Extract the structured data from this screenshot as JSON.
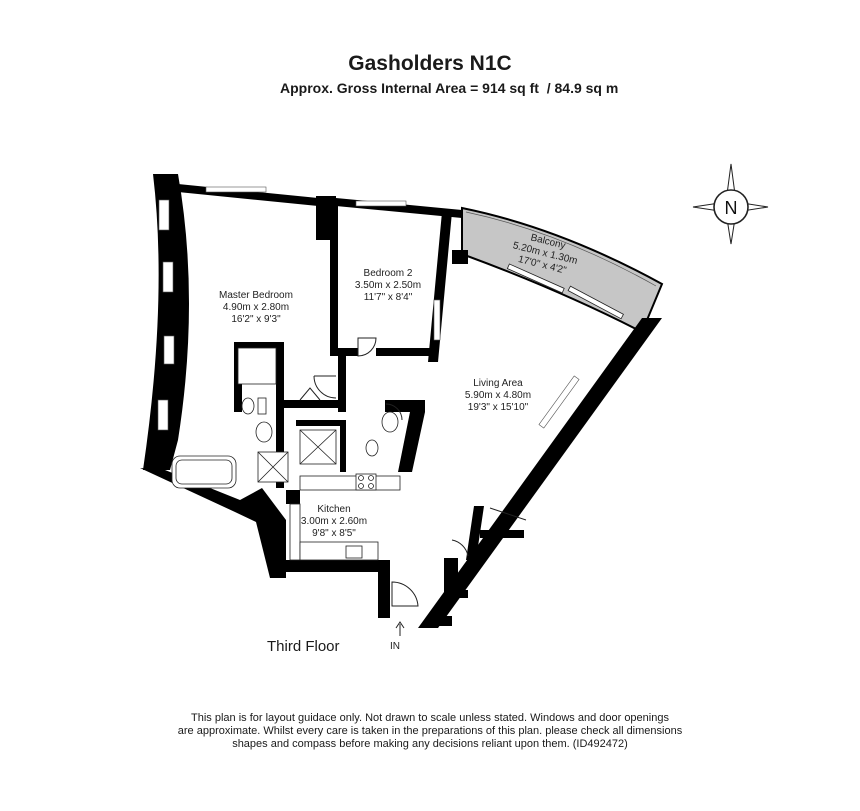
{
  "header": {
    "title": "Gasholders N1C",
    "subtitle": "Approx. Gross Internal Area = 914 sq ft  / 84.9 sq m"
  },
  "compass": {
    "letter": "N",
    "icon": "compass-icon"
  },
  "rooms": {
    "master_bedroom": {
      "name": "Master Bedroom",
      "metric": "4.90m x 2.80m",
      "imperial": "16'2\" x 9'3\""
    },
    "bedroom_2": {
      "name": "Bedroom 2",
      "metric": "3.50m x 2.50m",
      "imperial": "11'7\" x 8'4\""
    },
    "balcony": {
      "name": "Balcony",
      "metric": "5.20m x 1.30m",
      "imperial": "17'0\" x 4'2\""
    },
    "living_area": {
      "name": "Living Area",
      "metric": "5.90m x 4.80m",
      "imperial": "19'3\" x 15'10\""
    },
    "kitchen": {
      "name": "Kitchen",
      "metric": "3.00m x 2.60m",
      "imperial": "9'8\" x 8'5\""
    }
  },
  "entrance_label": "IN",
  "floor_label": "Third Floor",
  "disclaimer": [
    "This plan is for layout guidace only. Not drawn to scale unless stated. Windows and door openings",
    "are approximate. Whilst every care is taken in the preparations of this plan. please check all dimensions",
    "shapes and compass before making any decisions reliant upon them. (ID492472)"
  ],
  "colors": {
    "wall": "#000000",
    "balcony_fill": "#c6c6c6",
    "background": "#ffffff",
    "text": "#1a1a1a"
  }
}
